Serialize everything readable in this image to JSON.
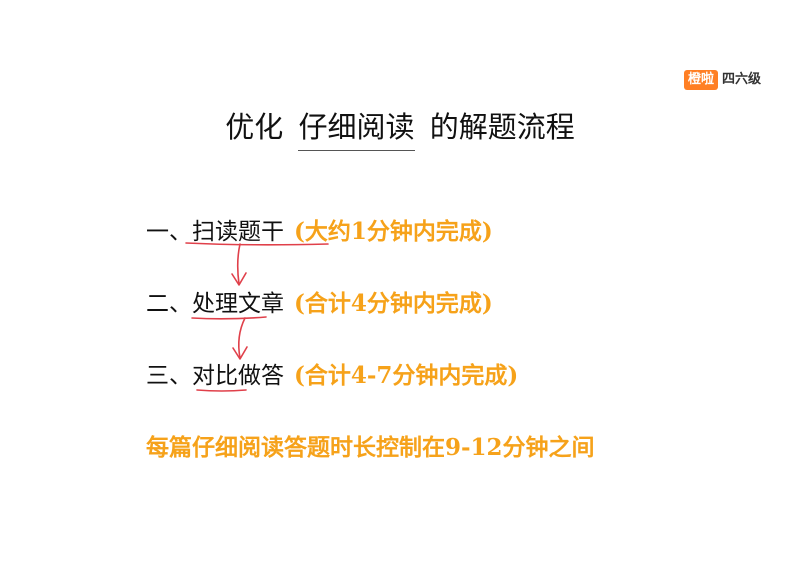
{
  "brand": {
    "badge": "橙啦",
    "text": "四六级",
    "accent_color": "#ff7f24"
  },
  "title": {
    "prefix": "优化",
    "highlight": "仔细阅读",
    "suffix": "的解题流程"
  },
  "steps": [
    {
      "number": "一、",
      "label": "扫读题干",
      "note": "(大约1分钟内完成)"
    },
    {
      "number": "二、",
      "label": "处理文章",
      "note": "(合计4分钟内完成)"
    },
    {
      "number": "三、",
      "label": "对比做答",
      "note": "(合计4-7分钟内完成)"
    }
  ],
  "summary": "每篇仔细阅读答题时长控制在9-12分钟之间",
  "colors": {
    "note_color": "#f6a21a",
    "annotation_color": "#e0404a"
  }
}
